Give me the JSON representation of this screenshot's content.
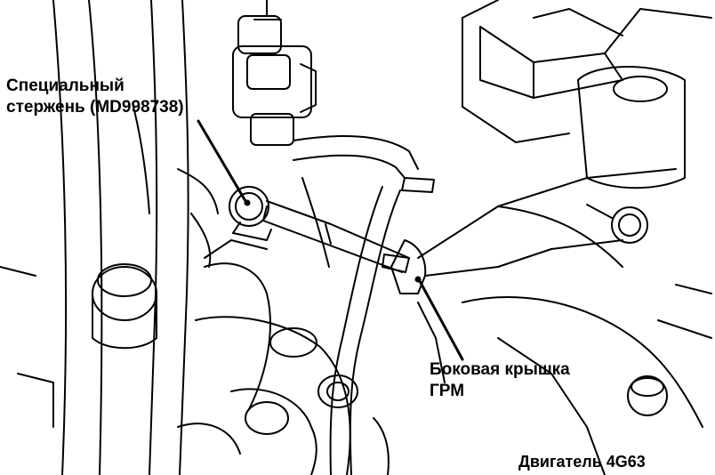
{
  "labels": {
    "special_tool": [
      "Специальный",
      "стержень (MD998738)"
    ],
    "side_cover": [
      "Боковая крышка",
      "ГРМ"
    ],
    "engine": "Двигатель 4G63"
  }
}
